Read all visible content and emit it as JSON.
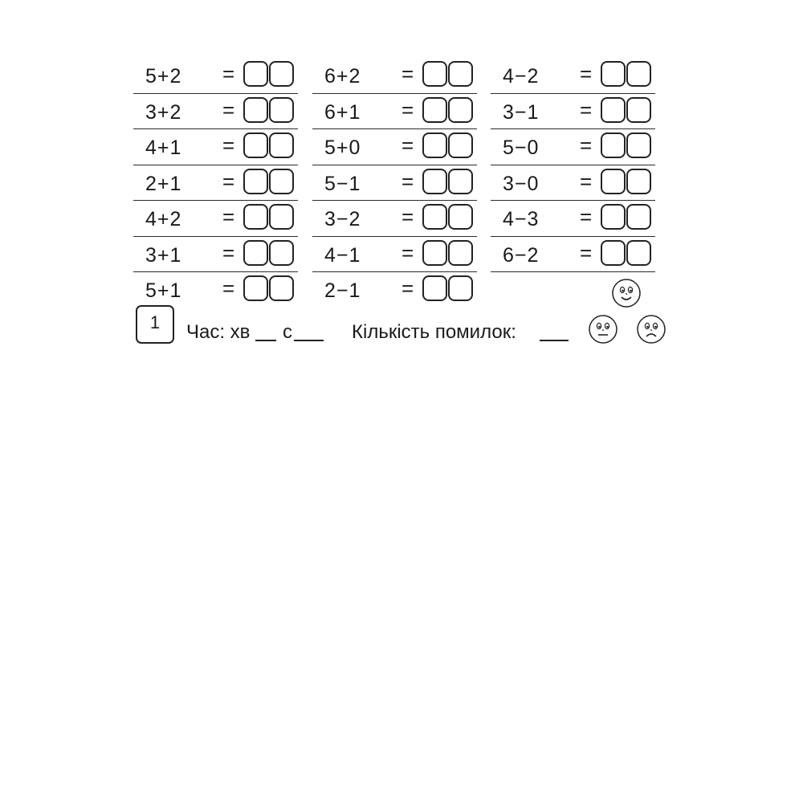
{
  "worksheet": {
    "columns": [
      {
        "rows": [
          {
            "expression": "5+2",
            "equals": "="
          },
          {
            "expression": "3+2",
            "equals": "="
          },
          {
            "expression": "4+1",
            "equals": "="
          },
          {
            "expression": "2+1",
            "equals": "="
          },
          {
            "expression": "4+2",
            "equals": "="
          },
          {
            "expression": "3+1",
            "equals": "="
          },
          {
            "expression": "5+1",
            "equals": "="
          }
        ]
      },
      {
        "rows": [
          {
            "expression": "6+2",
            "equals": "="
          },
          {
            "expression": "6+1",
            "equals": "="
          },
          {
            "expression": "5+0",
            "equals": "="
          },
          {
            "expression": "5−1",
            "equals": "="
          },
          {
            "expression": "3−2",
            "equals": "="
          },
          {
            "expression": "4−1",
            "equals": "="
          },
          {
            "expression": "2−1",
            "equals": "="
          }
        ]
      },
      {
        "rows": [
          {
            "expression": "4−2",
            "equals": "="
          },
          {
            "expression": "3−1",
            "equals": "="
          },
          {
            "expression": "5−0",
            "equals": "="
          },
          {
            "expression": "3−0",
            "equals": "="
          },
          {
            "expression": "4−3",
            "equals": "="
          },
          {
            "expression": "6−2",
            "equals": "="
          }
        ]
      }
    ]
  },
  "footer": {
    "task_number": "1",
    "time_label": "Час: хв",
    "seconds_label": "с",
    "errors_label": "Кількість помилок:"
  },
  "icons": {
    "happy": "smiley-face-icon",
    "neutral": "neutral-face-icon",
    "sad": "sad-face-icon"
  }
}
